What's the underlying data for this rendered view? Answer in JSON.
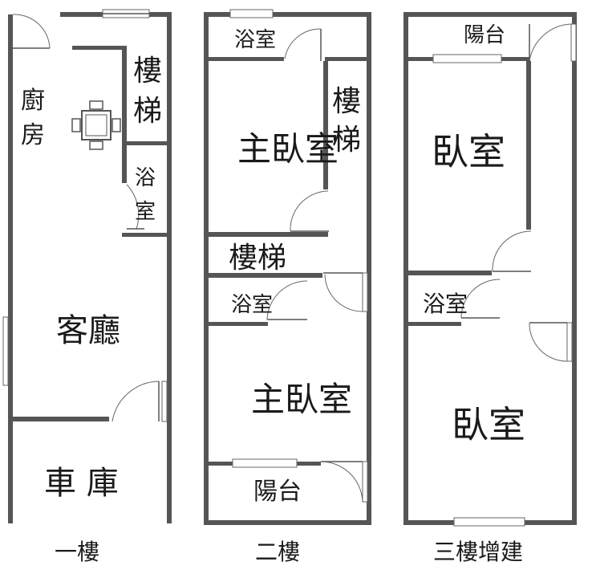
{
  "floors": [
    {
      "caption": "一樓",
      "rooms": {
        "kitchen": "廚房",
        "stairs": "樓梯",
        "bath": "浴室",
        "living": "客廳",
        "garage": "車 庫"
      }
    },
    {
      "caption": "二樓",
      "rooms": {
        "bath_top": "浴室",
        "master_top": "主臥室",
        "stairs_right": "樓梯",
        "stairs_mid": "樓梯",
        "bath_mid": "浴室",
        "master_bottom": "主臥室",
        "balcony": "陽台"
      }
    },
    {
      "caption": "三樓增建",
      "rooms": {
        "balcony": "陽台",
        "bedroom_top": "臥室",
        "bath": "浴室",
        "bedroom_bottom": "臥室"
      }
    }
  ],
  "icons": {
    "dining_set": "dining-table-icon"
  },
  "colors": {
    "wall": "#555555",
    "text": "#1a1a1a",
    "background": "#ffffff"
  }
}
